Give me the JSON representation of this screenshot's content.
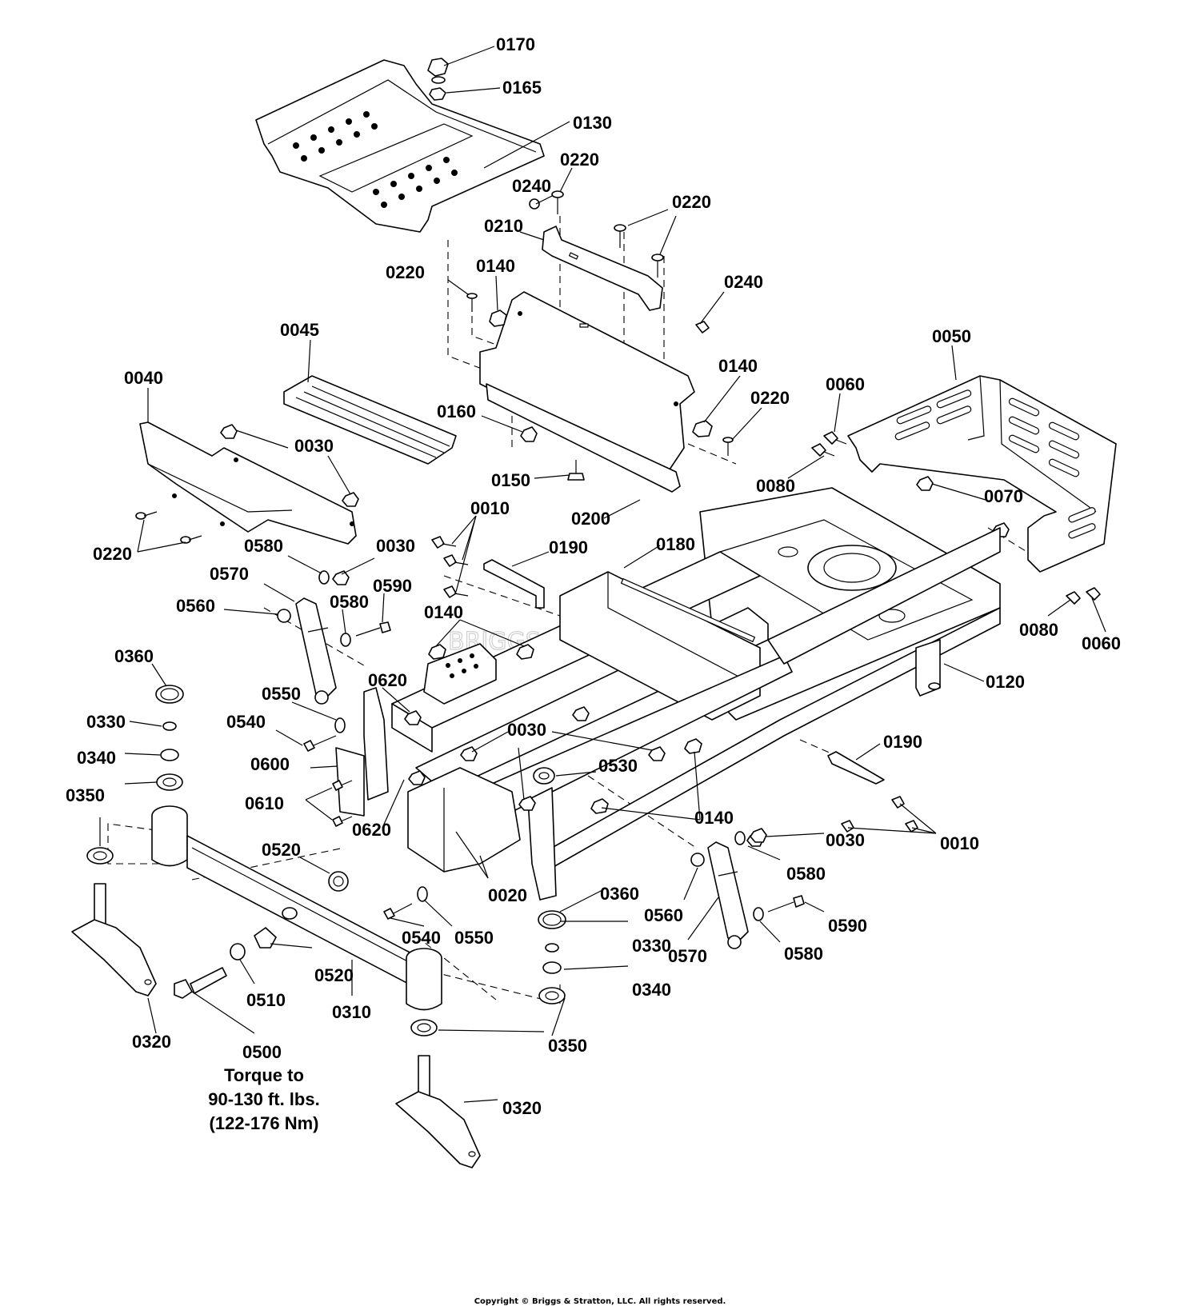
{
  "diagram": {
    "callouts": {
      "c0170": "0170",
      "c0165": "0165",
      "c0130": "0130",
      "c0220a": "0220",
      "c0240a": "0240",
      "c0220b": "0220",
      "c0210": "0210",
      "c0220c": "0220",
      "c0140a": "0140",
      "c0240b": "0240",
      "c0045": "0045",
      "c0040": "0040",
      "c0030a": "0030",
      "c0220d": "0220",
      "c0160": "0160",
      "c0140b": "0140",
      "c0220e": "0220",
      "c0150": "0150",
      "c0200": "0200",
      "c0050": "0050",
      "c0060a": "0060",
      "c0080a": "0080",
      "c0070": "0070",
      "c0080b": "0080",
      "c0060b": "0060",
      "c0010a": "0010",
      "c0190a": "0190",
      "c0180": "0180",
      "c0580a": "0580",
      "c0030b": "0030",
      "c0570a": "0570",
      "c0560a": "0560",
      "c0580b": "0580",
      "c0590a": "0590",
      "c0140c": "0140",
      "c0360a": "0360",
      "c0550a": "0550",
      "c0620a": "0620",
      "c0120": "0120",
      "c0330a": "0330",
      "c0540a": "0540",
      "c0030c": "0030",
      "c0340a": "0340",
      "c0600": "0600",
      "c0530": "0530",
      "c0190b": "0190",
      "c0350a": "0350",
      "c0610": "0610",
      "c0620b": "0620",
      "c0140d": "0140",
      "c0010b": "0010",
      "c0030d": "0030",
      "c0520a": "0520",
      "c0020": "0020",
      "c0580c": "0580",
      "c0360b": "0360",
      "c0560b": "0560",
      "c0590b": "0590",
      "c0540b": "0540",
      "c0550b": "0550",
      "c0330b": "0330",
      "c0570b": "0570",
      "c0580d": "0580",
      "c0520b": "0520",
      "c0340b": "0340",
      "c0510": "0510",
      "c0310": "0310",
      "c0320a": "0320",
      "c0350b": "0350",
      "c0500": "0500",
      "c0320b": "0320"
    },
    "note": {
      "line1": "Torque to",
      "line2": "90-130 ft. lbs.",
      "line3": "(122-176 Nm)"
    },
    "watermark": "BRIGGS & STRATTON",
    "copyright": "Copyright © Briggs & Stratton, LLC. All rights reserved."
  }
}
